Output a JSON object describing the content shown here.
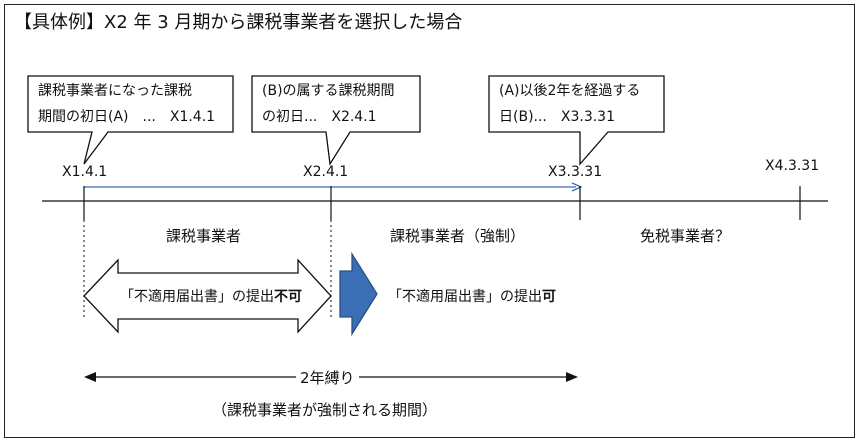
{
  "title": "【具体例】X2 年 3 月期から課税事業者を選択した場合",
  "callouts": [
    {
      "line1": "課税事業者になった課税",
      "line2": "期間の初日(A)　...　X1.4.1"
    },
    {
      "line1": "(B)の属する課税期間",
      "line2": "の初日...　X2.4.1"
    },
    {
      "line1": "(A)以後2年を経過する",
      "line2": "日(B)...　X3.3.31"
    }
  ],
  "dates": [
    "X1.4.1",
    "X2.4.1",
    "X3.3.31",
    "X4.3.31"
  ],
  "segments": [
    "課税事業者",
    "課税事業者（強制）",
    "免税事業者？"
  ],
  "notes": {
    "not_allowed_prefix": "「不適用届出書」の提出",
    "not_allowed_strong": "不可",
    "allowed_prefix": "「不適用届出書」の提出",
    "allowed_strong": "可"
  },
  "span": {
    "label": "2年縛り",
    "caption": "（課税事業者が強制される期間）"
  },
  "colors": {
    "arrow_blue": "#3a6eb5",
    "arrow_edge": "#2b4f86",
    "line": "#111111"
  }
}
